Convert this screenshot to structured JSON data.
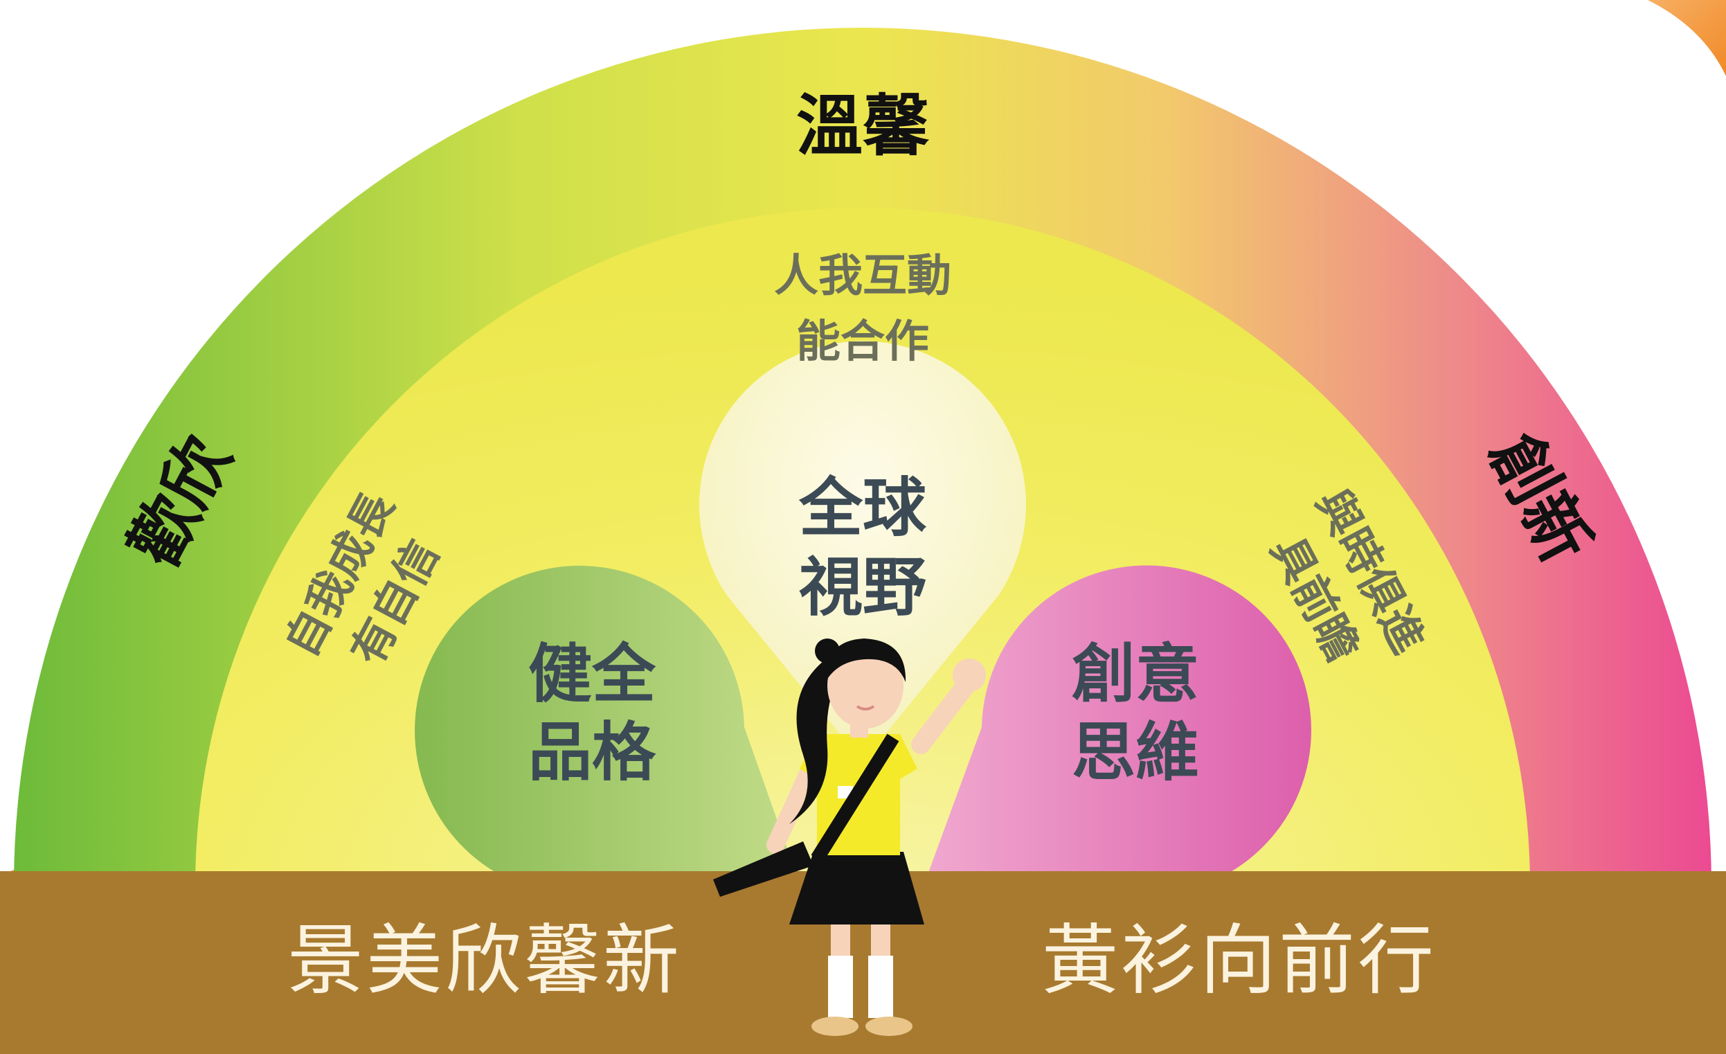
{
  "outer_ring": {
    "top": "溫馨",
    "left": "歡欣",
    "right": "創新"
  },
  "inner_ring": {
    "top": [
      "人我互動",
      "能合作"
    ],
    "left": [
      "自我成長",
      "有自信"
    ],
    "right": [
      "與時俱進",
      "具前瞻"
    ]
  },
  "petals": {
    "center": [
      "全球",
      "視野"
    ],
    "left": [
      "健全",
      "品格"
    ],
    "right": [
      "創意",
      "思維"
    ]
  },
  "motto": {
    "left": "景美欣馨新",
    "right": "黃衫向前行"
  },
  "colors": {
    "outer_left": "#7cc23f",
    "outer_mid": "#e8e84a",
    "outer_right": "#ec4f93",
    "inner": "#f2ee5c",
    "petal_left": "#8fbf5a",
    "petal_center": "#fbf8d8",
    "petal_right": "#e070b4",
    "base": "#a87a2f"
  }
}
